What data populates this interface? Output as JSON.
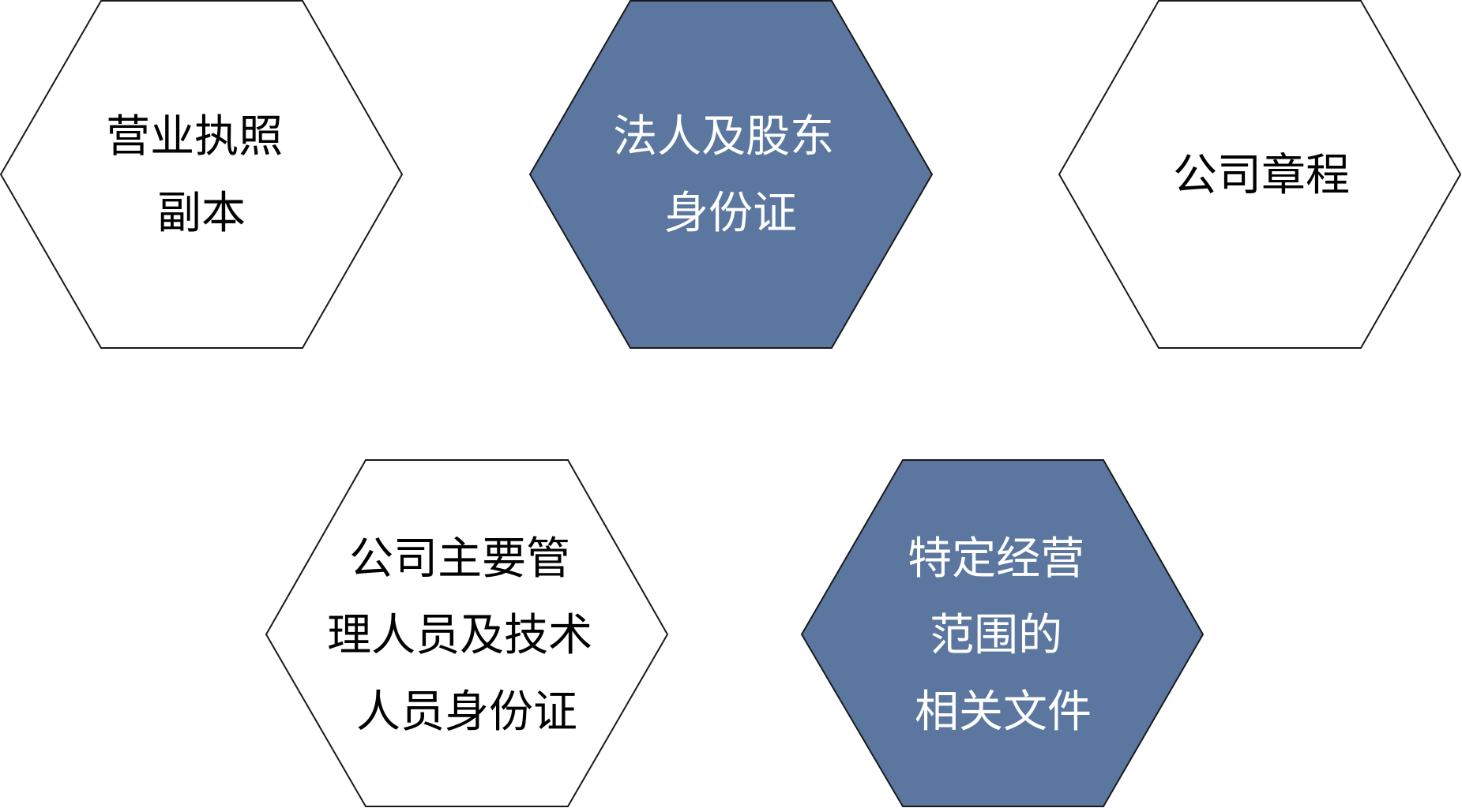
{
  "colors": {
    "filled": "#5b77a0",
    "outline": "#1a1a1a",
    "text_dark": "#000000",
    "text_light": "#ffffff",
    "empty": "#ffffff"
  },
  "hexagons": [
    {
      "id": "business-license",
      "filled": false,
      "lines": [
        "营业执照",
        "副本"
      ]
    },
    {
      "id": "legal-person-shareholder-id",
      "filled": true,
      "lines": [
        "法人及股东",
        "身份证"
      ]
    },
    {
      "id": "articles-of-association",
      "filled": false,
      "lines": [
        "公司章程"
      ]
    },
    {
      "id": "management-tech-staff-id",
      "filled": false,
      "lines": [
        "公司主要管",
        "理人员及技术",
        "人员身份证"
      ]
    },
    {
      "id": "business-scope-documents",
      "filled": true,
      "lines": [
        "特定经营",
        "范围的",
        "相关文件"
      ]
    }
  ]
}
